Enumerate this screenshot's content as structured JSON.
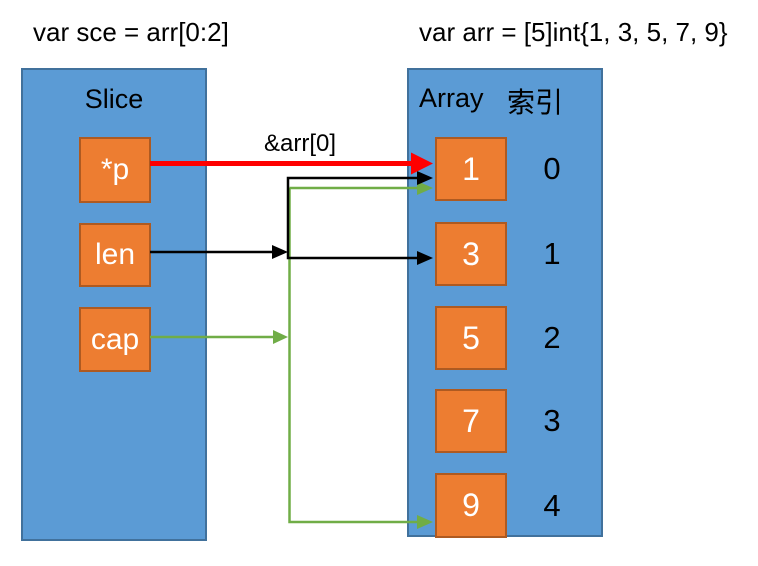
{
  "titles": {
    "slice_declaration": "var sce = arr[0:2]",
    "array_declaration": "var arr = [5]int{1, 3, 5, 7, 9}"
  },
  "slice_box": {
    "title": "Slice",
    "fields": [
      {
        "label": "*p"
      },
      {
        "label": "len"
      },
      {
        "label": "cap"
      }
    ]
  },
  "array_box": {
    "title": "Array",
    "index_header": "索引",
    "cells": [
      {
        "value": "1",
        "index": "0"
      },
      {
        "value": "3",
        "index": "1"
      },
      {
        "value": "5",
        "index": "2"
      },
      {
        "value": "7",
        "index": "3"
      },
      {
        "value": "9",
        "index": "4"
      }
    ]
  },
  "labels": {
    "pointer_target": "&arr[0]"
  },
  "colors": {
    "container_fill": "#5B9BD5",
    "container_border": "#41719C",
    "cell_fill": "#ED7D31",
    "cell_border": "#AE5A21",
    "pointer_arrow_red": "#FF0000",
    "len_arrow_black": "#000000",
    "cap_arrow_green": "#70AD47"
  }
}
